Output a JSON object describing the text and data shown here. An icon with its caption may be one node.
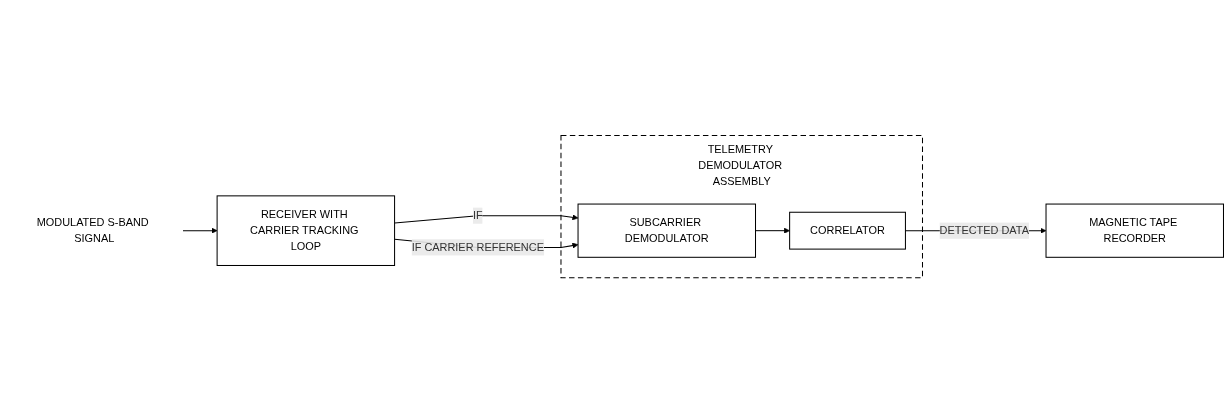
{
  "diagram": {
    "nodes": [
      {
        "text": [
          "MODULATED S-BAND SIGNAL"
        ]
      },
      {
        "text": [
          "RECEIVER WITH CARRIER TRACKING LOOP"
        ]
      },
      {
        "text": [
          "TELEMETRY DEMODULATOR ASSEMBLY"
        ]
      },
      {
        "text": [
          "SUBCARRIER DEMODULATOR"
        ],
        "in": 2
      },
      {
        "text": [
          "CORRELATOR"
        ],
        "in": 2
      },
      {
        "text": [
          "MAGNETIC TAPE RECORDER"
        ]
      }
    ],
    "edges": [
      {
        "from": 0,
        "to": 1,
        "arrow": "to"
      },
      {
        "from": 1,
        "to": 3,
        "label": "IF",
        "arrow": "to"
      },
      {
        "from": 1,
        "to": 3,
        "label": "IF CARRIER REFERENCE",
        "arrow": "to"
      },
      {
        "from": 3,
        "to": 4,
        "arrow": "to"
      },
      {
        "from": 4,
        "to": 5,
        "label": "DETECTED DATA",
        "arrow": "to"
      }
    ]
  }
}
